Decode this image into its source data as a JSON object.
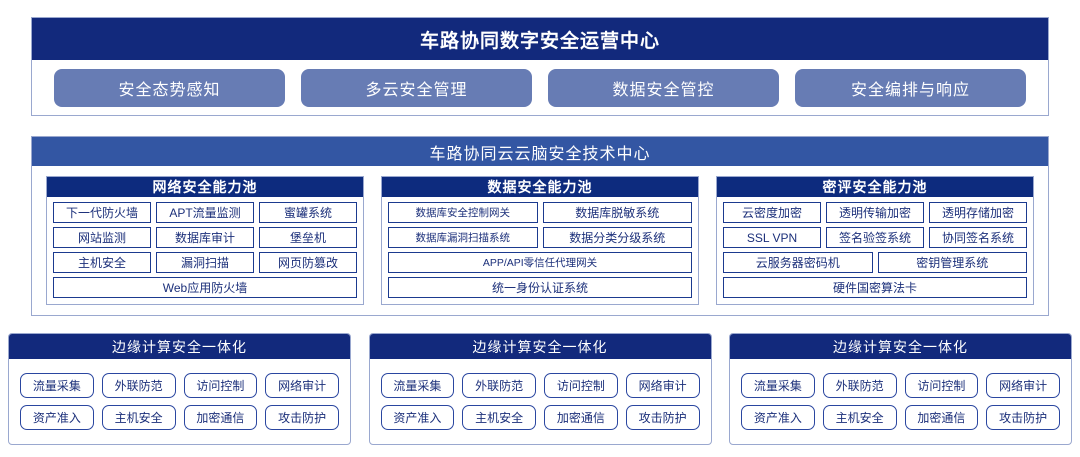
{
  "ops_center": {
    "title": "车路协同数字安全运营中心",
    "pills": [
      {
        "label": "安全态势感知"
      },
      {
        "label": "多云安全管理"
      },
      {
        "label": "数据安全管控"
      },
      {
        "label": "安全编排与响应"
      }
    ]
  },
  "cloud_center": {
    "title": "车路协同云云脑安全技术中心",
    "pools": [
      {
        "title": "网络安全能力池",
        "rows": [
          [
            "下一代防火墙",
            "APT流量监测",
            "蜜罐系统"
          ],
          [
            "网站监测",
            "数据库审计",
            "堡垒机"
          ],
          [
            "主机安全",
            "漏洞扫描",
            "网页防篡改"
          ],
          [
            "Web应用防火墙"
          ]
        ]
      },
      {
        "title": "数据安全能力池",
        "rows": [
          [
            "数据库安全控制网关",
            "数据库脱敏系统"
          ],
          [
            "数据库漏洞扫描系统",
            "数据分类分级系统"
          ],
          [
            "APP/API零信任代理网关"
          ],
          [
            "统一身份认证系统"
          ]
        ]
      },
      {
        "title": "密评安全能力池",
        "rows": [
          [
            "云密度加密",
            "透明传输加密",
            "透明存储加密"
          ],
          [
            "SSL VPN",
            "签名验签系统",
            "协同签名系统"
          ],
          [
            "云服务器密码机",
            "密钥管理系统"
          ],
          [
            "硬件国密算法卡"
          ]
        ]
      }
    ]
  },
  "edge_cards": [
    {
      "title": "边缘计算安全一体化",
      "rows": [
        [
          "流量采集",
          "外联防范",
          "访问控制",
          "网络审计"
        ],
        [
          "资产准入",
          "主机安全",
          "加密通信",
          "攻击防护"
        ]
      ]
    },
    {
      "title": "边缘计算安全一体化",
      "rows": [
        [
          "流量采集",
          "外联防范",
          "访问控制",
          "网络审计"
        ],
        [
          "资产准入",
          "主机安全",
          "加密通信",
          "攻击防护"
        ]
      ]
    },
    {
      "title": "边缘计算安全一体化",
      "rows": [
        [
          "流量采集",
          "外联防范",
          "访问控制",
          "网络审计"
        ],
        [
          "资产准入",
          "主机安全",
          "加密通信",
          "攻击防护"
        ]
      ]
    }
  ],
  "colors": {
    "header_navy": "#12297c",
    "section_blue": "#3356a3",
    "pool_navy": "#0d2b7e",
    "pill_blue": "#677cb4",
    "cell_border": "#1b3a8f",
    "text_blue": "#1b2f7a",
    "card_border": "#9aa8cf"
  }
}
